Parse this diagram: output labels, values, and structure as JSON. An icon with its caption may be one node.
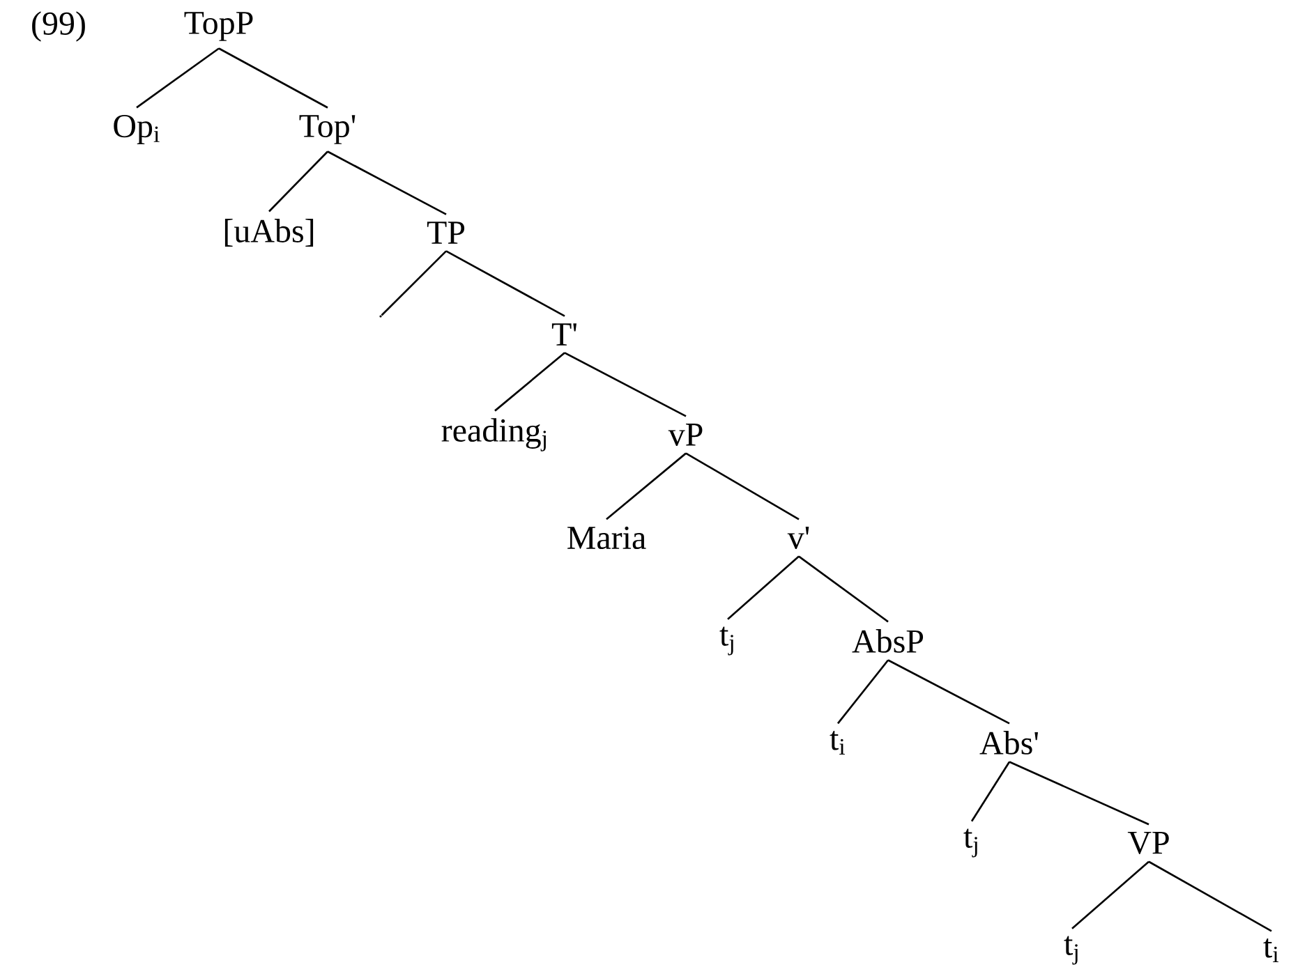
{
  "diagram": {
    "nodes": [
      {
        "text": [
          "TopP"
        ]
      },
      {
        "text": [
          "Op$_{i}$"
        ]
      },
      {
        "text": [
          "Top'"
        ]
      },
      {
        "text": [
          "[uAbs]"
        ]
      },
      {
        "text": [
          "TP"
        ]
      },
      {
        "text": [],
        "shape": "point"
      },
      {
        "text": [
          "T'"
        ]
      },
      {
        "text": [
          "reading$_{j}$"
        ]
      },
      {
        "text": [
          "vP"
        ]
      },
      {
        "text": [
          "Maria"
        ]
      },
      {
        "text": [
          "v'"
        ]
      },
      {
        "text": [
          "t$_{j}$"
        ]
      },
      {
        "text": [
          "AbsP"
        ]
      },
      {
        "text": [
          "t$_{i}$"
        ]
      },
      {
        "text": [
          "Abs'"
        ]
      },
      {
        "text": [
          "t$_{j}$"
        ]
      },
      {
        "text": [
          "VP"
        ]
      },
      {
        "text": [
          "t$_{j}$"
        ]
      },
      {
        "text": [
          "t$_{i}$"
        ]
      }
    ],
    "edges": [
      {
        "from": 0,
        "to": 1,
        "arrow": "none"
      },
      {
        "from": 0,
        "to": 2,
        "arrow": "none"
      },
      {
        "from": 2,
        "to": 3,
        "arrow": "none"
      },
      {
        "from": 2,
        "to": 4,
        "arrow": "none"
      },
      {
        "from": 4,
        "to": 5,
        "arrow": "none"
      },
      {
        "from": 4,
        "to": 6,
        "arrow": "none"
      },
      {
        "from": 6,
        "to": 7,
        "arrow": "none"
      },
      {
        "from": 6,
        "to": 8,
        "arrow": "none"
      },
      {
        "from": 8,
        "to": 9,
        "arrow": "none"
      },
      {
        "from": 8,
        "to": 10,
        "arrow": "none"
      },
      {
        "from": 10,
        "to": 11,
        "arrow": "none"
      },
      {
        "from": 10,
        "to": 12,
        "arrow": "none"
      },
      {
        "from": 12,
        "to": 13,
        "arrow": "none"
      },
      {
        "from": 12,
        "to": 14,
        "arrow": "none"
      },
      {
        "from": 14,
        "to": 15,
        "arrow": "none"
      },
      {
        "from": 14,
        "to": 16,
        "arrow": "none"
      },
      {
        "from": 16,
        "to": 17,
        "arrow": "none"
      },
      {
        "from": 16,
        "to": 18,
        "arrow": "none"
      }
    ],
    "labels": [
      "(99)"
    ]
  }
}
